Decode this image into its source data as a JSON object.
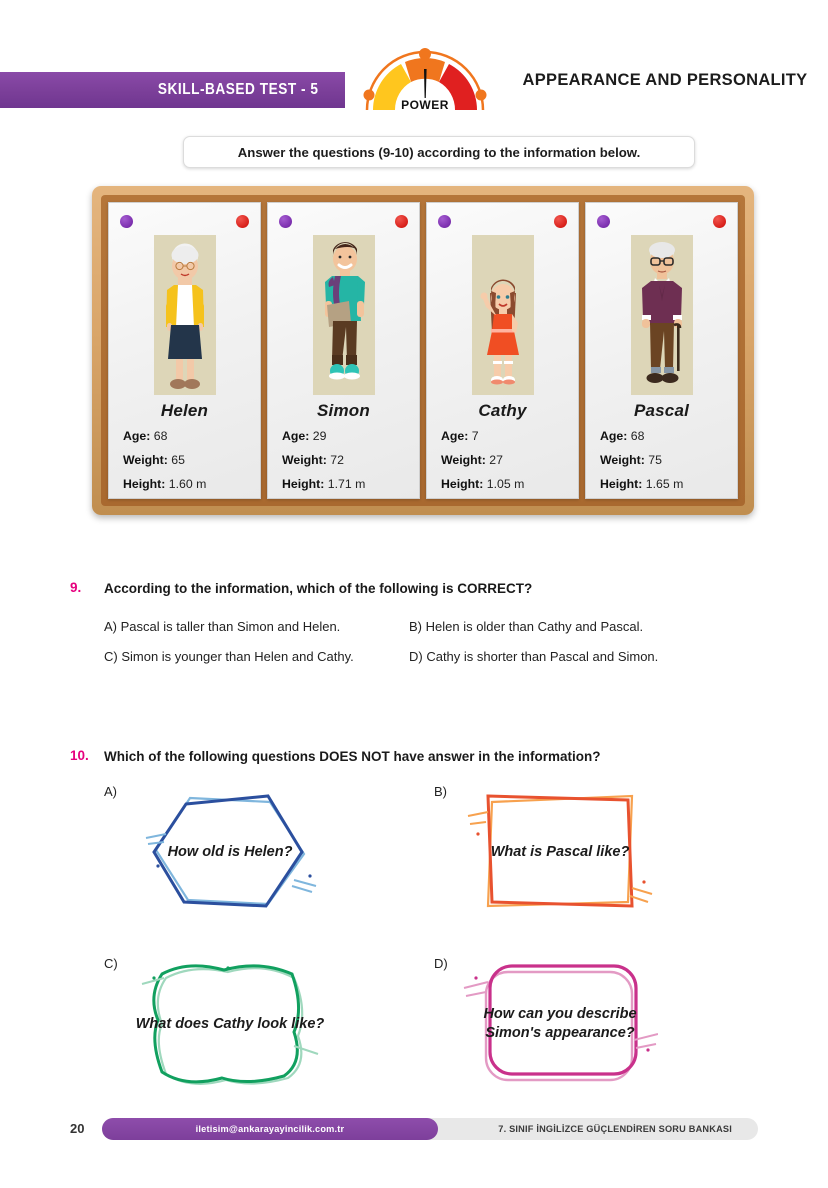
{
  "header": {
    "banner_label": "SKILL-BASED TEST - 5",
    "logo_text": "POWER",
    "title": "APPEARANCE AND PERSONALITY",
    "colors": {
      "banner_purple": "#7b3f99",
      "logo_yellow": "#ffc61e",
      "logo_orange": "#f0761e",
      "logo_red": "#e02020"
    }
  },
  "instruction": "Answer the questions (9-10) according to the information below.",
  "board": {
    "cards": [
      {
        "name": "Helen",
        "age_label": "Age:",
        "age": "68",
        "weight_label": "Weight:",
        "weight": "65",
        "height_label": "Height:",
        "height": "1.60 m"
      },
      {
        "name": "Simon",
        "age_label": "Age:",
        "age": "29",
        "weight_label": "Weight:",
        "weight": "72",
        "height_label": "Height:",
        "height": "1.71 m"
      },
      {
        "name": "Cathy",
        "age_label": "Age:",
        "age": "7",
        "weight_label": "Weight:",
        "weight": "27",
        "height_label": "Height:",
        "height": "1.05 m"
      },
      {
        "name": "Pascal",
        "age_label": "Age:",
        "age": "68",
        "weight_label": "Weight:",
        "weight": "75",
        "height_label": "Height:",
        "height": "1.65 m"
      }
    ]
  },
  "question9": {
    "number": "9.",
    "text": "According to the information, which of the following is CORRECT?",
    "options": [
      "A) Pascal is taller than Simon and Helen.",
      "B) Helen is older than Cathy and Pascal.",
      "C) Simon is younger than Helen and Cathy.",
      "D) Cathy is shorter than Pascal and Simon."
    ]
  },
  "question10": {
    "number": "10.",
    "text": "Which of the following questions DOES NOT have answer in the information?",
    "options": [
      {
        "label": "A)",
        "text": "How old is Helen?",
        "color": "#2b4f9e",
        "shape": "hexagon"
      },
      {
        "label": "B)",
        "text": "What is Pascal like?",
        "color": "#e8522f",
        "shape": "square"
      },
      {
        "label": "C)",
        "text": "What does Cathy look like?",
        "color": "#11a05f",
        "shape": "rounded-square"
      },
      {
        "label": "D)",
        "text": "How can you describe Simon's appearance?",
        "color": "#c9318b",
        "shape": "rounded-rect"
      }
    ]
  },
  "footer": {
    "page_number": "20",
    "email": "iletisim@ankarayayincilik.com.tr",
    "publisher_line": "7. SINIF İNGİLİZCE GÜÇLENDİREN SORU BANKASI"
  }
}
